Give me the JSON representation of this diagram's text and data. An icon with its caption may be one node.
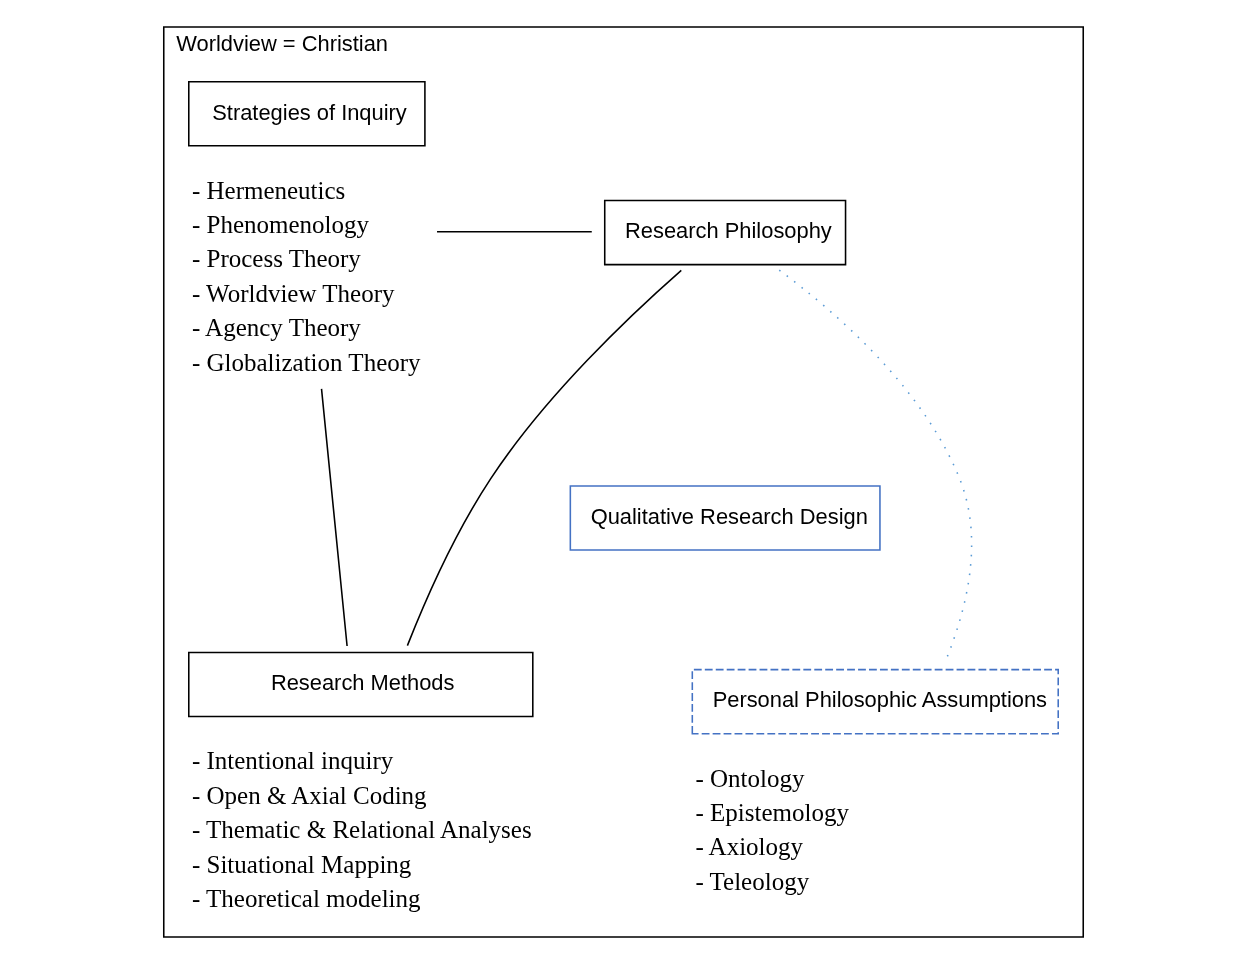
{
  "diagram": {
    "nodes": [
      {
        "text": [
          "Worldview = Christian"
        ]
      },
      {
        "text": [
          "Research Philosophy"
        ],
        "in": 0
      },
      {
        "text": [
          "Strategies of Inquiry"
        ],
        "in": 0,
        "beside": [
          "- Hermeneutics",
          "- Phenomenology",
          "- Process Theory",
          "- Worldview Theory",
          "- Agency Theory",
          "- Globalization Theory"
        ]
      },
      {
        "text": [
          "Qualitative Research Design"
        ],
        "in": 0
      },
      {
        "text": [
          "Personal Philosophic Assumptions"
        ],
        "in": 0,
        "beside": [
          "- Ontology",
          "- Epistemology",
          "- Axiology",
          "- Teleology"
        ]
      },
      {
        "text": [
          "Research Methods"
        ],
        "in": 0,
        "beside": [
          "- Intentional inquiry",
          "- Open & Axial Coding",
          "- Thematic & Relational Analyses",
          "- Situational Mapping",
          "- Theoretical modeling"
        ]
      }
    ],
    "edges": [
      {
        "from": 1,
        "to": 2,
        "arrow": "none"
      },
      {
        "from": 1,
        "to": 5,
        "arrow": "none"
      },
      {
        "from": 2,
        "to": 5,
        "arrow": "none"
      },
      {
        "from": 1,
        "to": 4,
        "arrow": "none",
        "style": "dashed",
        "color": "#5b9bd5"
      }
    ]
  }
}
